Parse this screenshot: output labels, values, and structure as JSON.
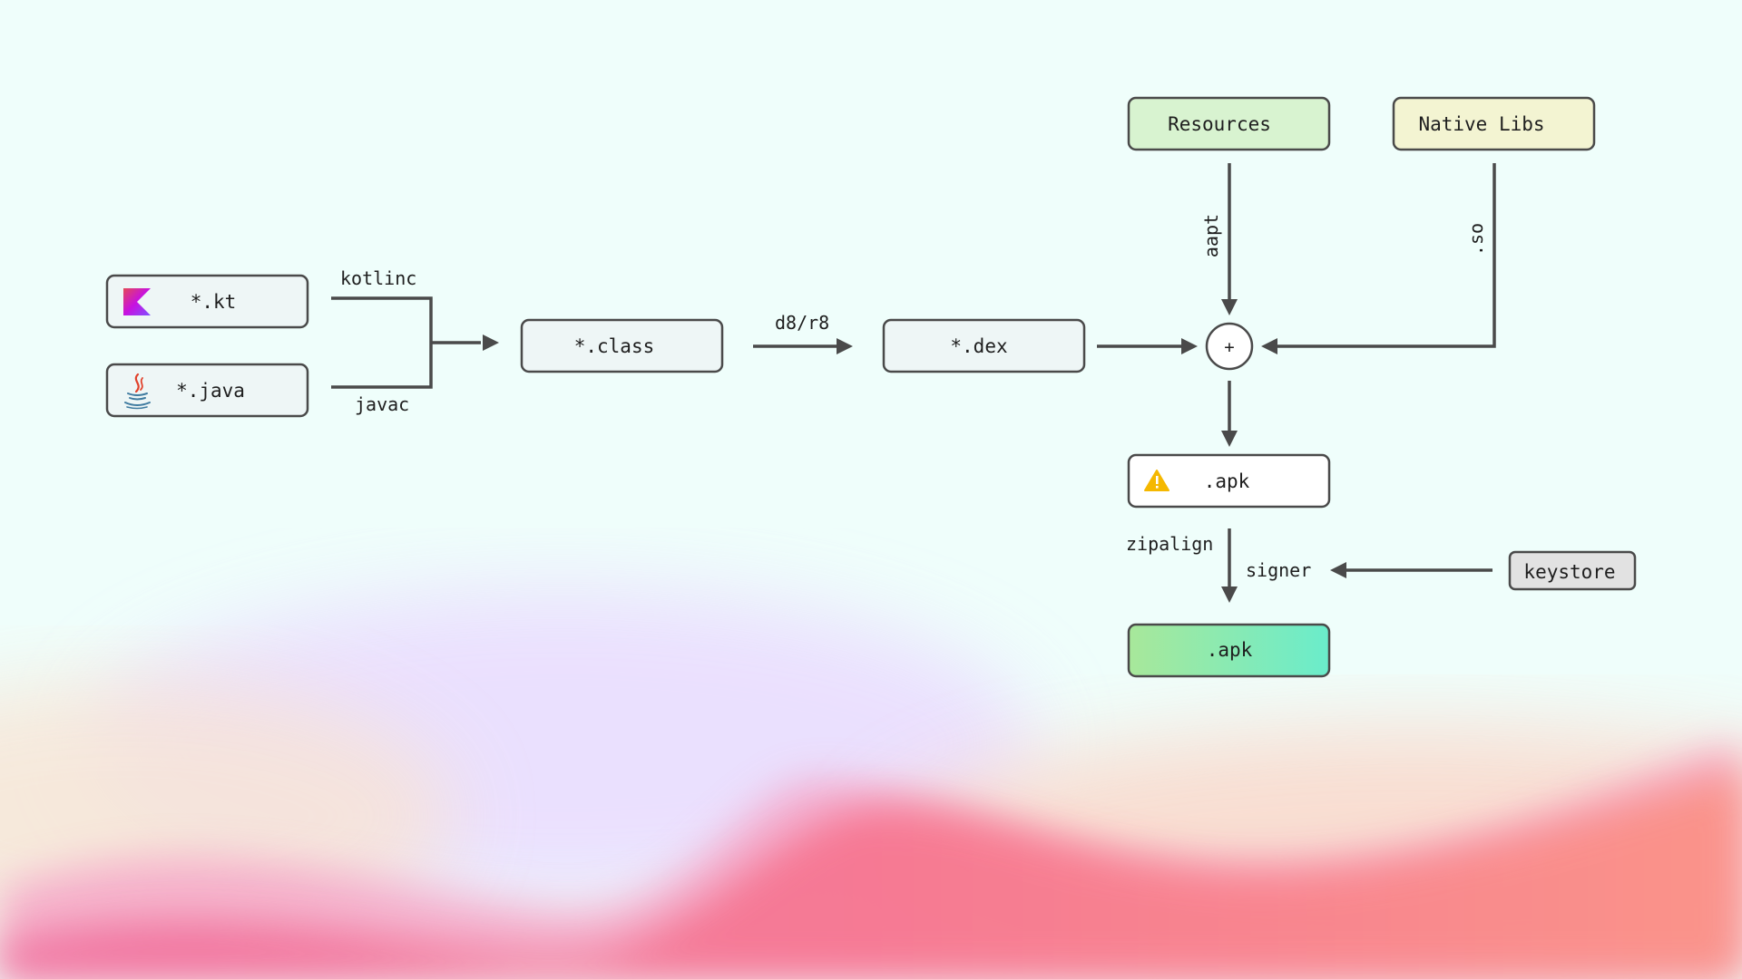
{
  "nodes": {
    "kt": {
      "label": "*.kt",
      "icon": "kotlin-logo-icon"
    },
    "java": {
      "label": "*.java",
      "icon": "java-logo-icon"
    },
    "class": {
      "label": "*.class"
    },
    "dex": {
      "label": "*.dex"
    },
    "resources": {
      "label": "Resources"
    },
    "native_libs": {
      "label": "Native Libs"
    },
    "merge": {
      "label": "+"
    },
    "unsigned_apk": {
      "label": ".apk",
      "icon": "warning-icon"
    },
    "signed_apk": {
      "label": ".apk"
    },
    "keystore": {
      "label": "keystore"
    }
  },
  "edges": {
    "kotlinc": "kotlinc",
    "javac": "javac",
    "d8r8": "d8/r8",
    "aapt": "aapt",
    "so": ".so",
    "zipalign": "zipalign",
    "signer": "signer"
  },
  "colors": {
    "background": "#effefb",
    "node_fill": "#eef6f6",
    "node_stroke": "#4a4a4a",
    "resources_fill": "#d8f3d0",
    "native_libs_fill": "#f3f4d2",
    "keystore_fill": "#e2e2e2",
    "signed_apk_gradient_start": "#a8e89a",
    "signed_apk_gradient_end": "#6aeccb",
    "warning": "#f5b800",
    "kotlin_gradient_start": "#e44857",
    "kotlin_gradient_mid": "#c711e1",
    "kotlin_gradient_end": "#7f52ff",
    "java_red": "#e1412b",
    "java_blue": "#3f7ba0"
  }
}
